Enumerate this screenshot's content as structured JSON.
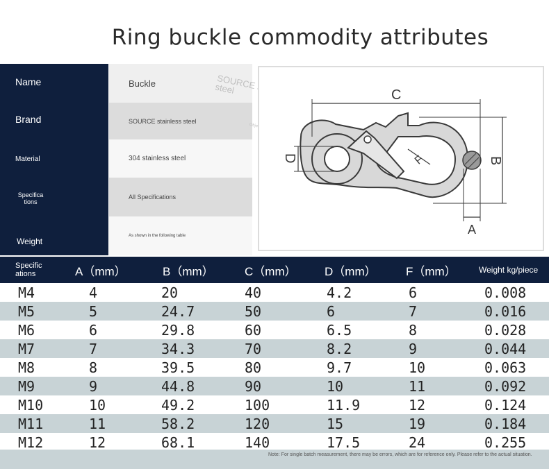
{
  "title": "Ring buckle commodity attributes",
  "attributes": [
    {
      "label": "Name",
      "value": "Buckle"
    },
    {
      "label": "Brand",
      "value": "SOURCE stainless steel"
    },
    {
      "label": "Material",
      "value": "304 stainless steel"
    },
    {
      "label": "Specifica tions",
      "value": "All Specifications"
    },
    {
      "label": "Weight",
      "value": "As shown in the following table"
    }
  ],
  "watermark": {
    "brand": "SOURCE stainless steel",
    "small": "Object shooting"
  },
  "diagram": {
    "dim_labels": {
      "a": "A",
      "b": "B",
      "c": "C",
      "d": "D",
      "f": "F"
    },
    "colors": {
      "line": "#3a3a3a",
      "fill": "#d8d8d8",
      "pin": "#9a9a9a"
    }
  },
  "table": {
    "headers": [
      "Specific ations",
      "A（mm）",
      "B（mm）",
      "C（mm）",
      "D（mm）",
      "F（mm）",
      "Weight kg/piece"
    ],
    "rows": [
      [
        "M4",
        "4",
        "20",
        "40",
        "4.2",
        "6",
        "0.008"
      ],
      [
        "M5",
        "5",
        "24.7",
        "50",
        "6",
        "7",
        "0.016"
      ],
      [
        "M6",
        "6",
        "29.8",
        "60",
        "6.5",
        "8",
        "0.028"
      ],
      [
        "M7",
        "7",
        "34.3",
        "70",
        "8.2",
        "9",
        "0.044"
      ],
      [
        "M8",
        "8",
        "39.5",
        "80",
        "9.7",
        "10",
        "0.063"
      ],
      [
        "M9",
        "9",
        "44.8",
        "90",
        "10",
        "11",
        "0.092"
      ],
      [
        "M10",
        "10",
        "49.2",
        "100",
        "11.9",
        "12",
        "0.124"
      ],
      [
        "M11",
        "11",
        "58.2",
        "120",
        "15",
        "19",
        "0.184"
      ],
      [
        "M12",
        "12",
        "68.1",
        "140",
        "17.5",
        "24",
        "0.255"
      ]
    ],
    "note": "Note: For single batch measurement, there may be errors, which are for reference only. Please refer to the actual situation."
  },
  "colors": {
    "navy": "#0f1f3d",
    "row_alt": "#c8d3d6"
  }
}
